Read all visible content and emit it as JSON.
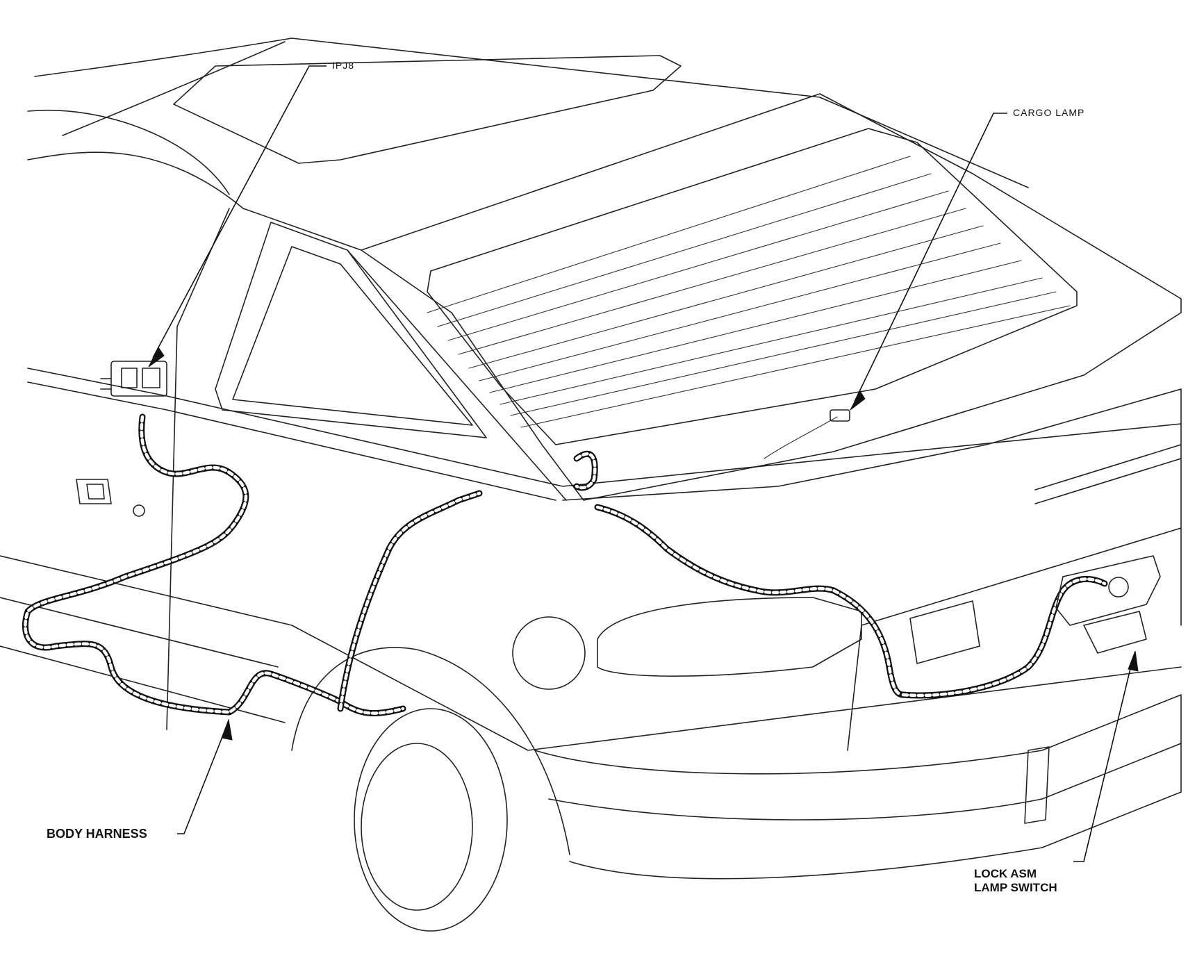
{
  "callouts": {
    "ipj8": "IPJ8",
    "cargo_lamp": "CARGO LAMP",
    "body_harness": "BODY HARNESS",
    "lock_asm_line1": "LOCK ASM",
    "lock_asm_line2": "LAMP SWITCH"
  },
  "colors": {
    "line": "#222222",
    "background": "#ffffff"
  }
}
